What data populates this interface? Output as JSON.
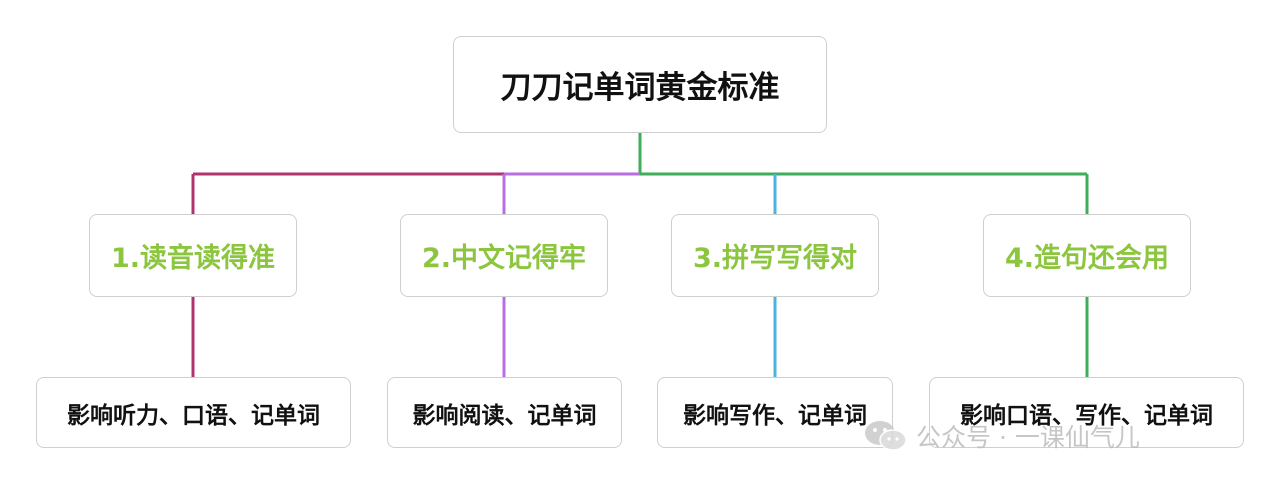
{
  "root": {
    "label": "刀刀记单词黄金标准"
  },
  "steps": [
    {
      "label": "1.读音读得准",
      "effect": "影响听力、口语、记单词"
    },
    {
      "label": "2.中文记得牢",
      "effect": "影响阅读、记单词"
    },
    {
      "label": "3.拼写写得对",
      "effect": "影响写作、记单词"
    },
    {
      "label": "4.造句还会用",
      "effect": "影响口语、写作、记单词"
    }
  ],
  "colors": {
    "step_text": "#8cc63f",
    "line_1": "#b0336f",
    "line_2": "#b86ee0",
    "line_3": "#4ab3e0",
    "line_4": "#3fae5a",
    "root_line": "#3fae5a"
  },
  "watermark": {
    "text": "公众号 · 一课仙气儿",
    "icon": "wechat-icon"
  }
}
